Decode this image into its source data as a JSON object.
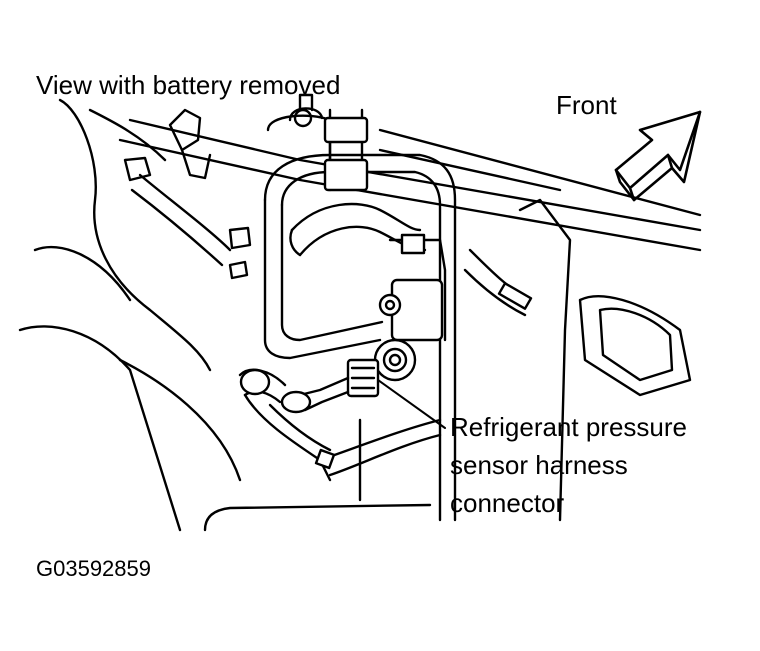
{
  "labels": {
    "view": "View with battery removed",
    "front": "Front",
    "callout_line1": "Refrigerant pressure",
    "callout_line2": "sensor harness",
    "callout_line3": "connector",
    "figure_code": "G03592859"
  },
  "colors": {
    "ink": "#000000",
    "paper": "#ffffff"
  }
}
